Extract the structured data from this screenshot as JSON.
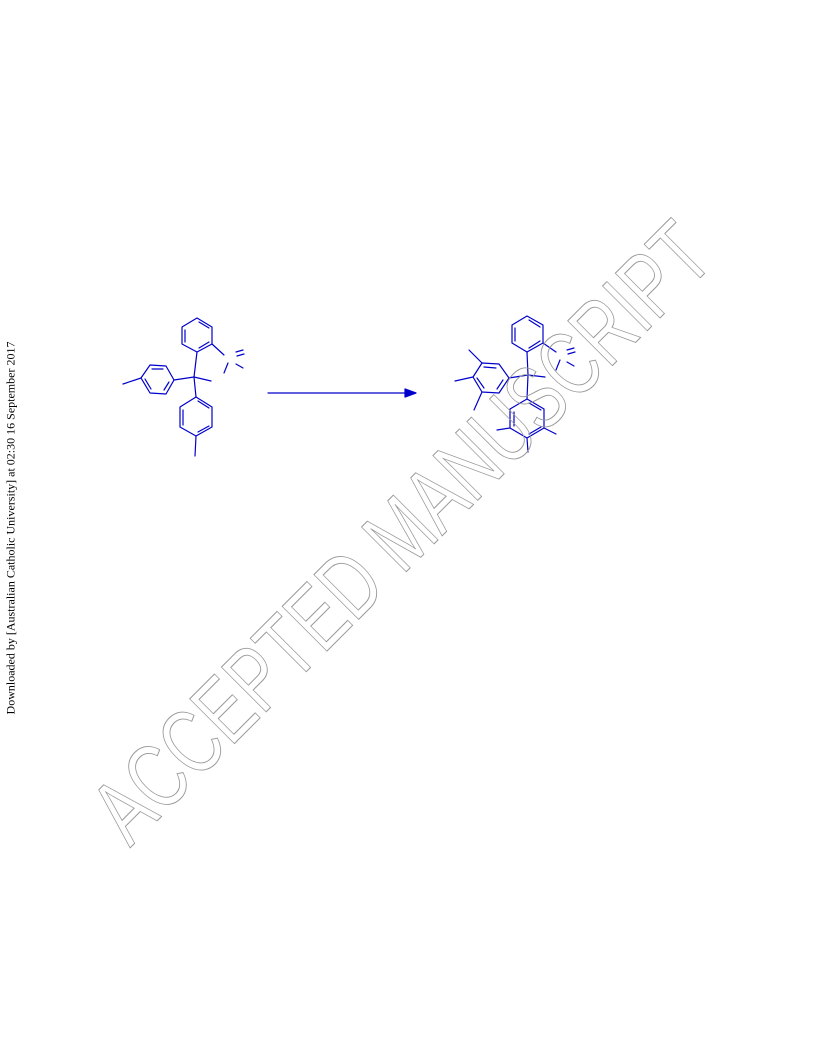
{
  "side_note": {
    "text": "Downloaded by [Australian Catholic University] at 02:30 16 September 2017"
  },
  "watermark": {
    "text": "ACCEPTED MANUSCRIPT",
    "stroke_color": "#999999"
  },
  "scheme": {
    "ink_color": "#0000cc",
    "reactant": "reactant-structure",
    "arrow": "reaction-arrow-icon",
    "product": "product-structure"
  }
}
